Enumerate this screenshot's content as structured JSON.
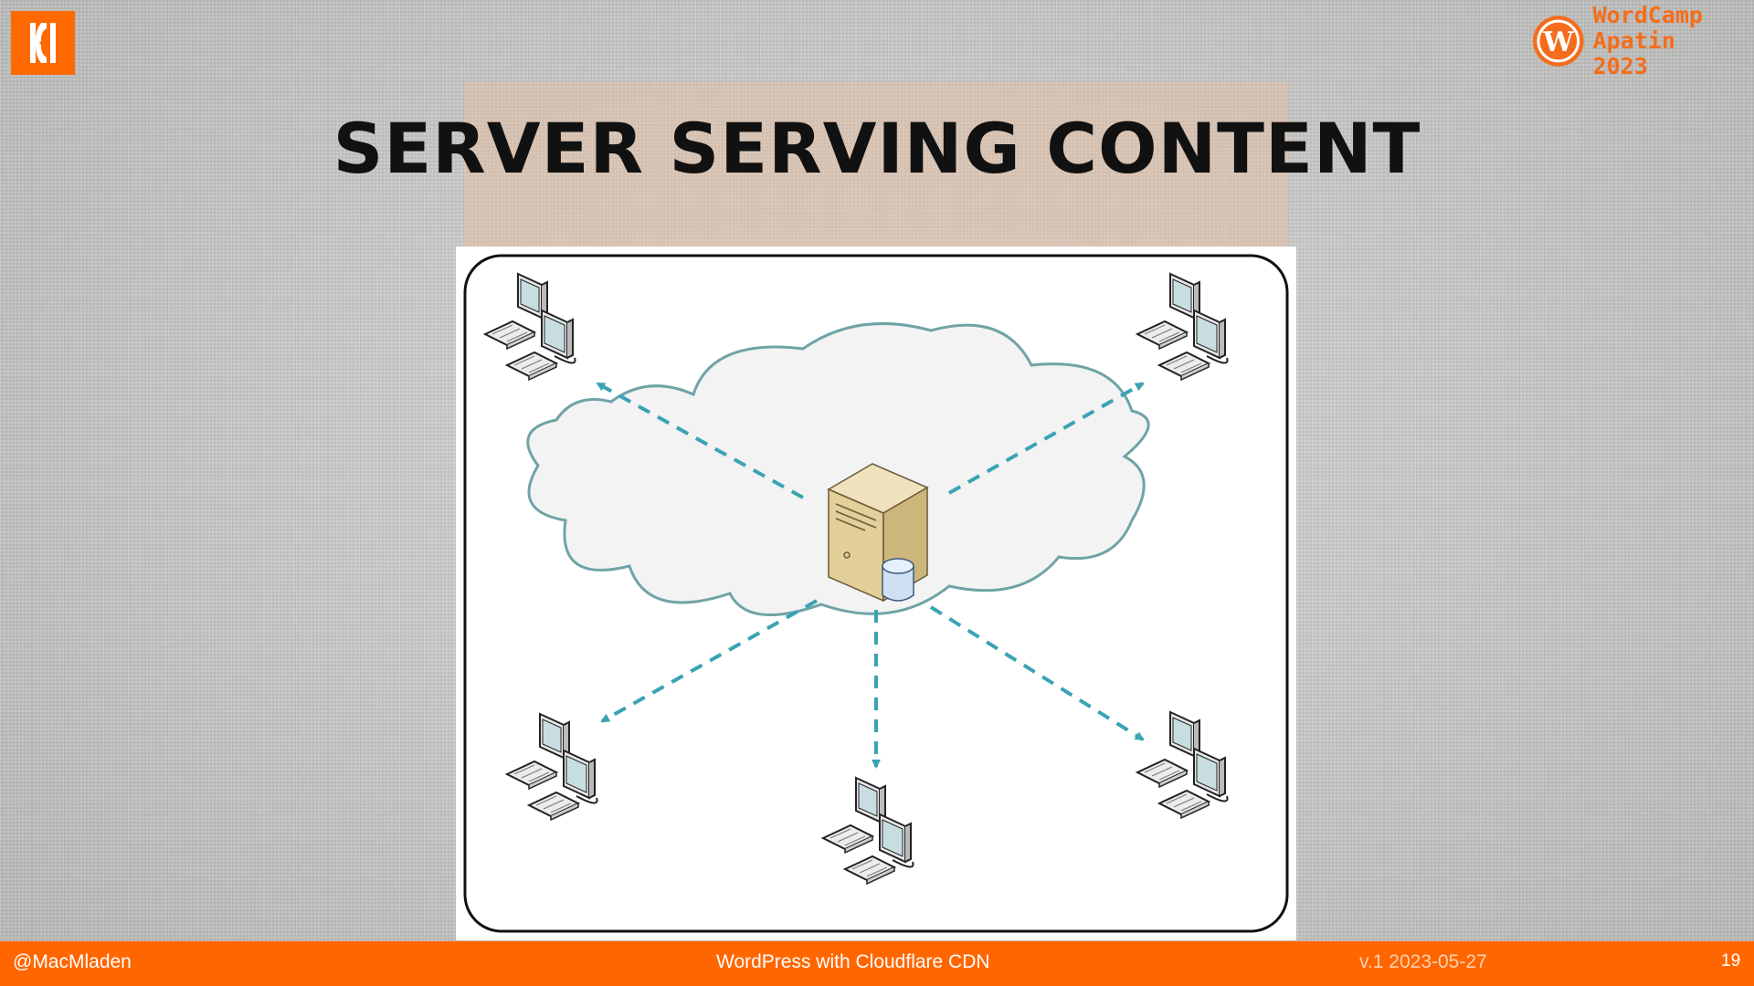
{
  "slide": {
    "title": "SERVER SERVING CONTENT"
  },
  "branding": {
    "left_logo_glyph": "K",
    "event_logo_letter": "W",
    "event_line1": "WordCamp",
    "event_line2": "Apatin 2023",
    "accent_color": "#ff6600"
  },
  "diagram": {
    "nodes": [
      "server-with-database",
      "client-workstation-top-left",
      "client-workstation-top-right",
      "client-workstation-bottom-left",
      "client-workstation-bottom-center",
      "client-workstation-bottom-right"
    ],
    "cloud_color": "#6fa3a6",
    "arrow_color": "#3aa3b4"
  },
  "footer": {
    "handle": "@MacMladen",
    "talk_title": "WordPress with Cloudflare CDN",
    "version": "v.1 2023-05-27",
    "page_number": "19"
  }
}
